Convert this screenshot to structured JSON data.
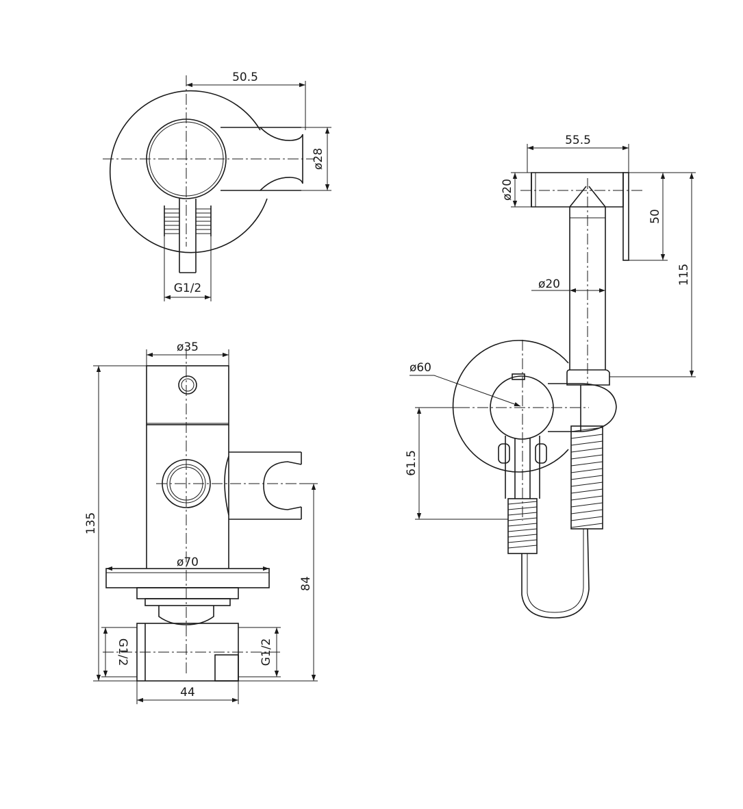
{
  "labels": {
    "top_view_width": "50.5",
    "top_view_diameter": "ø28",
    "top_view_thread": "G1/2",
    "front_view_top_diameter": "ø35",
    "front_view_height": "135",
    "front_view_flange": "ø70",
    "front_view_outlet_height": "84",
    "front_view_thread_left": "G1/2",
    "front_view_thread_right": "G1/2",
    "front_view_base_width": "44",
    "sprayer_width": "55.5",
    "sprayer_head_diameter": "ø20",
    "sprayer_head_height": "50",
    "sprayer_handle_diameter": "ø20",
    "sprayer_length": "115",
    "side_view_flange": "ø60",
    "side_view_offset": "61.5"
  },
  "colors": {
    "line": "#1a1a1a",
    "background": "#ffffff"
  }
}
